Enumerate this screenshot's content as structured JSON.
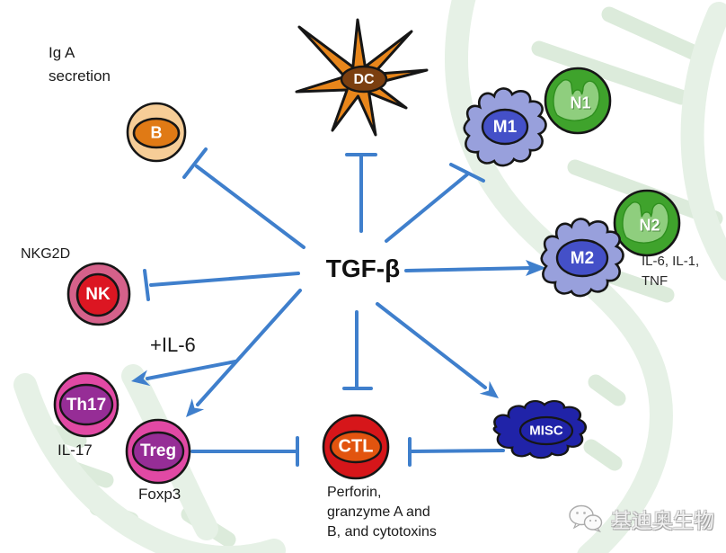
{
  "figure": {
    "center_label": "TGF-β",
    "cells": {
      "b": {
        "label": "B"
      },
      "dc": {
        "label": "DC"
      },
      "m1": {
        "label": "M1"
      },
      "n1": {
        "label": "N1"
      },
      "n2": {
        "label": "N2"
      },
      "m2": {
        "label": "M2"
      },
      "nk": {
        "label": "NK"
      },
      "th17": {
        "label": "Th17"
      },
      "treg": {
        "label": "Treg"
      },
      "ctl": {
        "label": "CTL"
      },
      "misc": {
        "label": "MISC"
      }
    },
    "annotations": {
      "b_effect": {
        "line1": "Ig A",
        "line2": "secretion"
      },
      "nk_effect": "NKG2D",
      "il6_edge": "+IL-6",
      "th17_effect": "IL-17",
      "treg_effect": "Foxp3",
      "m2_effect": {
        "line1": "IL-6, IL-1,",
        "line2": "TNF"
      },
      "ctl_effect": {
        "line1": "Perforin,",
        "line2": "granzyme A and",
        "line3": "B, and cytotoxins"
      }
    },
    "edges": [
      {
        "from": "TGF-β",
        "to": "B",
        "type": "inhibits"
      },
      {
        "from": "TGF-β",
        "to": "DC",
        "type": "inhibits"
      },
      {
        "from": "TGF-β",
        "to": "M1",
        "type": "inhibits"
      },
      {
        "from": "TGF-β",
        "to": "M2",
        "type": "activates"
      },
      {
        "from": "TGF-β",
        "to": "NK",
        "type": "inhibits"
      },
      {
        "from": "TGF-β",
        "to": "Th17",
        "type": "activates",
        "label": "+IL-6"
      },
      {
        "from": "TGF-β",
        "to": "Treg",
        "type": "activates"
      },
      {
        "from": "TGF-β",
        "to": "CTL",
        "type": "inhibits"
      },
      {
        "from": "TGF-β",
        "to": "MISC",
        "type": "activates"
      },
      {
        "from": "Treg",
        "to": "CTL",
        "type": "inhibits"
      },
      {
        "from": "MISC",
        "to": "CTL",
        "type": "inhibits"
      }
    ],
    "colors": {
      "edge_blue": "#3f7fcc",
      "b_outer": "#f6cd97",
      "b_inner": "#e07a15",
      "dc_body": "#e8861b",
      "dc_nucleus": "#7b3f10",
      "m_body": "#98a0dc",
      "m_nucleus": "#4450c8",
      "n_body": "#3fa32c",
      "n_nucleus": "#8fce7e",
      "nk_outer": "#d5618a",
      "nk_inner": "#dc1622",
      "t_outer": "#e149a4",
      "t_inner": "#962d96",
      "ctl_outer": "#d6161a",
      "ctl_inner": "#e2540f",
      "misc_body": "#2023a8",
      "watermark_green": "#e6f1e6"
    }
  },
  "branding": {
    "logo_text": "基迪奥生物",
    "logo_icon": "wechat-icon"
  }
}
